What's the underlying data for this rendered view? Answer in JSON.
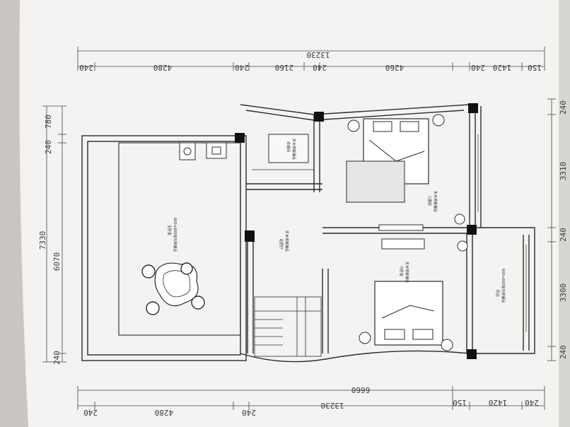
{
  "dimensions": {
    "top": {
      "total": "13230",
      "segments": [
        "240",
        "4280",
        "240",
        "2160",
        "240",
        "4260",
        "240",
        "1420",
        "150"
      ]
    },
    "bottom": {
      "total": "13230",
      "sub": "6660",
      "segments": [
        "240",
        "4280",
        "240",
        "150",
        "1420",
        "240"
      ]
    },
    "left": {
      "total": "7330",
      "segments": [
        "780",
        "240",
        "6070",
        "240"
      ]
    },
    "right": {
      "segments": [
        "240",
        "3310",
        "240",
        "3300",
        "240"
      ]
    }
  },
  "rooms": {
    "master_bedroom": {
      "name": "主卧室",
      "floor": "600×600抛光砖铺设"
    },
    "dressing_room": {
      "name": "衣帽间",
      "floor": "实木地板铺设"
    },
    "kids_room": {
      "name": "儿童房",
      "floor": "实木地板铺设"
    },
    "living_room": {
      "name": "起居厅",
      "floor": "实木地板铺设"
    },
    "second_bedroom": {
      "name": "次卧室",
      "floor": "实木地板铺设"
    },
    "balcony": {
      "name": "阳台",
      "floor": "600×600抛光砖铺设"
    }
  },
  "colors": {
    "paper": "#f4f3f1",
    "line": "#2b2b2b",
    "shadow": "#b9b6b1"
  }
}
